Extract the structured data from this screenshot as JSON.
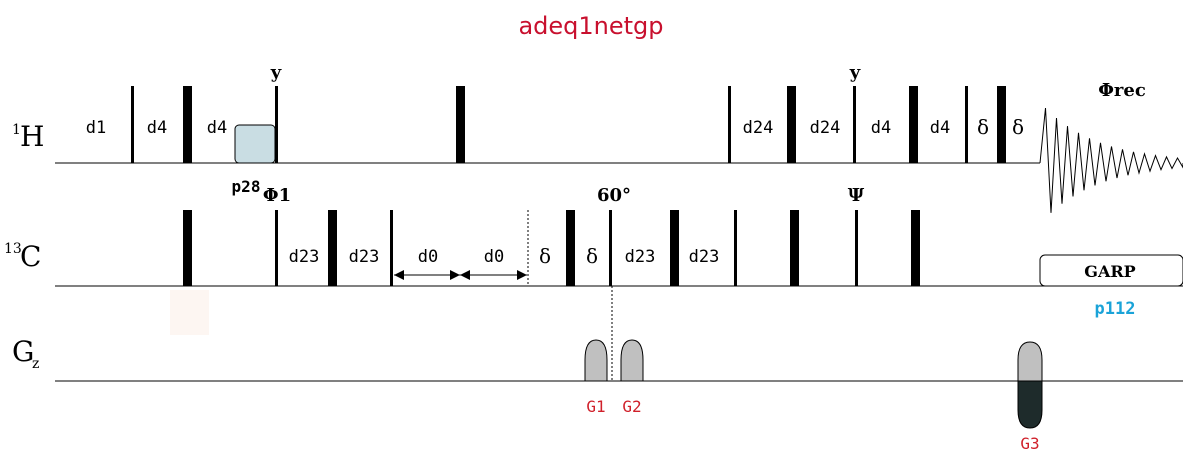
{
  "title": "adeq1netgp",
  "channels": {
    "h1": {
      "mass": "1",
      "symbol": "H"
    },
    "c13": {
      "mass": "13",
      "symbol": "C"
    },
    "gz": {
      "symbol": "G",
      "sub": "z"
    }
  },
  "h_delays": [
    "d1",
    "d4",
    "d4",
    "d24",
    "d24",
    "d4",
    "d4",
    "δ",
    "δ"
  ],
  "h_phases": {
    "y1": "y",
    "y2": "y",
    "rec": "Φrec"
  },
  "h_labels": {
    "p28": "p28"
  },
  "c_delays": [
    "d23",
    "d23",
    "d0",
    "d0",
    "δ",
    "δ",
    "d23",
    "d23"
  ],
  "c_phases": {
    "phi1": "Φ1",
    "angle": "60°",
    "psi": "Ψ"
  },
  "decoupling": {
    "label": "GARP",
    "pulse": "p112"
  },
  "gradients": [
    "G1",
    "G2",
    "G3"
  ],
  "colors": {
    "title": "#c8102e",
    "gradient_label": "#d0202a",
    "p112": "#1aa3d8",
    "trim_pulse": "#c9dde3",
    "gradient_fill": "#c0c0c0",
    "gradient_dark": "#1e2b2b"
  }
}
